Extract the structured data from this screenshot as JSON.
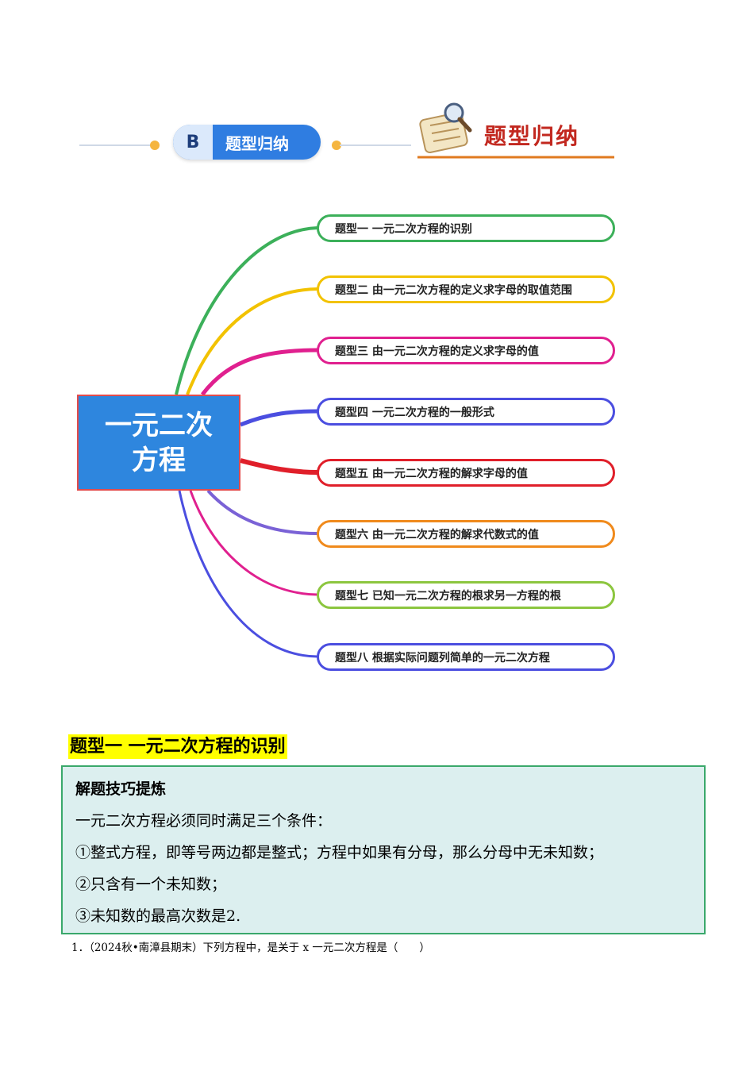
{
  "header": {
    "section_letter": "B",
    "section_title": "题型归纳",
    "banner_title": "题型归纳"
  },
  "mindmap": {
    "center": "一元二次方程",
    "branches": [
      {
        "label": "题型一  一元二次方程的识别",
        "color": "#3cb05a"
      },
      {
        "label": "题型二 由一元二次方程的定义求字母的取值范围",
        "color": "#f2c200"
      },
      {
        "label": "题型三  由一元二次方程的定义求字母的值",
        "color": "#e0208f"
      },
      {
        "label": "题型四  一元二次方程的一般形式",
        "color": "#4b4ee0"
      },
      {
        "label": "题型五  由一元二次方程的解求字母的值",
        "color": "#e01f2a"
      },
      {
        "label": "题型六  由一元二次方程的解求代数式的值",
        "color": "#f08a1c"
      },
      {
        "label": "题型七 已知一元二次方程的根求另一方程的根",
        "color": "#8cc63f"
      },
      {
        "label": "题型八 根据实际问题列简单的一元二次方程",
        "color": "#4b4ee0"
      }
    ]
  },
  "section1": {
    "heading": "题型一   一元二次方程的识别",
    "tips": {
      "title": "解题技巧提炼",
      "lines": [
        "一元二次方程必须同时满足三个条件：",
        "①整式方程，即等号两边都是整式；方程中如果有分母，那么分母中无未知数；",
        "②只含有一个未知数；",
        "③未知数的最高次数是2."
      ]
    },
    "question": "1．（2024秋•南漳县期末）下列方程中，是关于 x 一元二次方程是（　　）"
  }
}
